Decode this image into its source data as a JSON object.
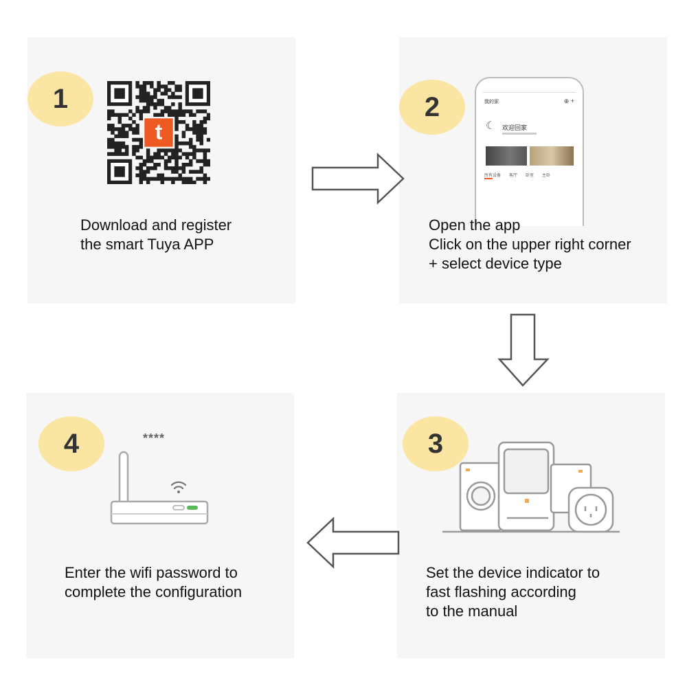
{
  "steps": [
    {
      "number": "1",
      "lines": [
        "Download and register",
        "the smart Tuya APP"
      ]
    },
    {
      "number": "2",
      "lines": [
        "Open the app",
        "Click on the upper right corner",
        "+ select device type"
      ]
    },
    {
      "number": "3",
      "lines": [
        "Set the device indicator to",
        "fast flashing according",
        "to the manual"
      ]
    },
    {
      "number": "4",
      "lines": [
        "Enter the wifi password to",
        "complete the configuration"
      ]
    }
  ],
  "phone_screen": {
    "home_label": "我的家",
    "welcome": "欢迎回家",
    "tabs": [
      "所有设备",
      "客厅",
      "卧室",
      "主卧"
    ]
  },
  "router": {
    "password_mask": "****"
  },
  "icons": {
    "qr": "qr-code-icon",
    "app": "tuya-logo-icon",
    "wifi": "wifi-icon"
  },
  "colors": {
    "badge": "#fbe5a2",
    "tuya_orange": "#ee5a24",
    "panel": "#f6f6f6"
  }
}
